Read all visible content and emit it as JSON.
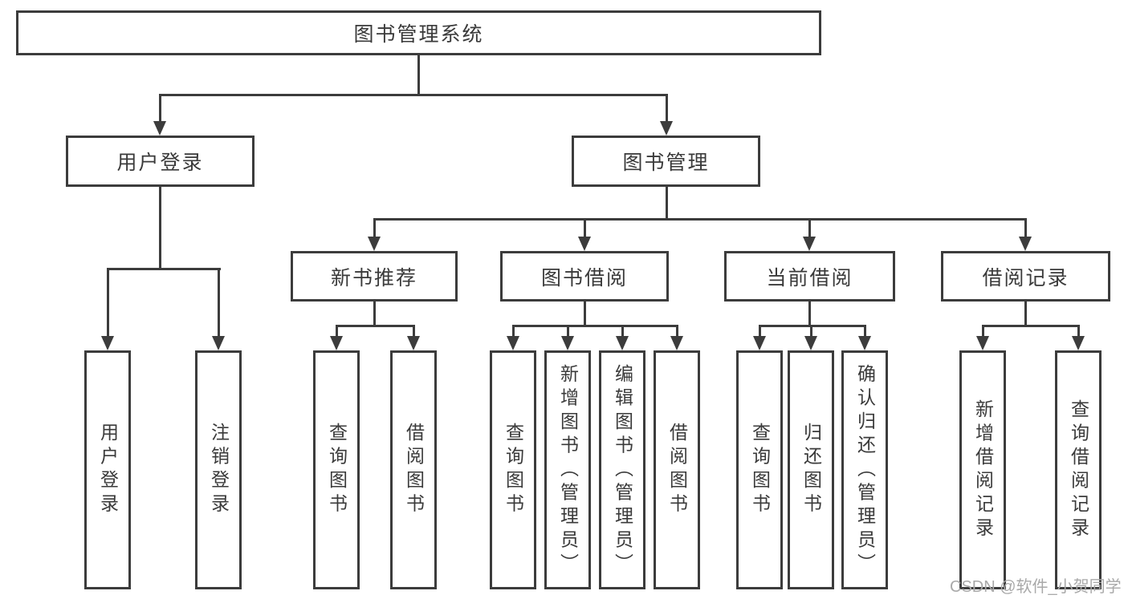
{
  "diagram": {
    "root": {
      "label": "图书管理系统"
    },
    "branches": [
      {
        "label": "用户登录",
        "children": [
          {
            "label": "用户登录"
          },
          {
            "label": "注销登录"
          }
        ]
      },
      {
        "label": "图书管理",
        "children": [
          {
            "label": "新书推荐",
            "children": [
              {
                "label": "查询图书"
              },
              {
                "label": "借阅图书"
              }
            ]
          },
          {
            "label": "图书借阅",
            "children": [
              {
                "label": "查询图书"
              },
              {
                "label": "新增图书（管理员）"
              },
              {
                "label": "编辑图书（管理员）"
              },
              {
                "label": "借阅图书"
              }
            ]
          },
          {
            "label": "当前借阅",
            "children": [
              {
                "label": "查询图书"
              },
              {
                "label": "归还图书"
              },
              {
                "label": "确认归还（管理员）"
              }
            ]
          },
          {
            "label": "借阅记录",
            "children": [
              {
                "label": "新增借阅记录"
              },
              {
                "label": "查询借阅记录"
              }
            ]
          }
        ]
      }
    ],
    "watermark": "CSDN @软件_小贺同学",
    "colors": {
      "line": "#3c3c3c",
      "text": "#3a3a3a",
      "watermark": "#a9a9a9",
      "background": "#ffffff"
    }
  }
}
